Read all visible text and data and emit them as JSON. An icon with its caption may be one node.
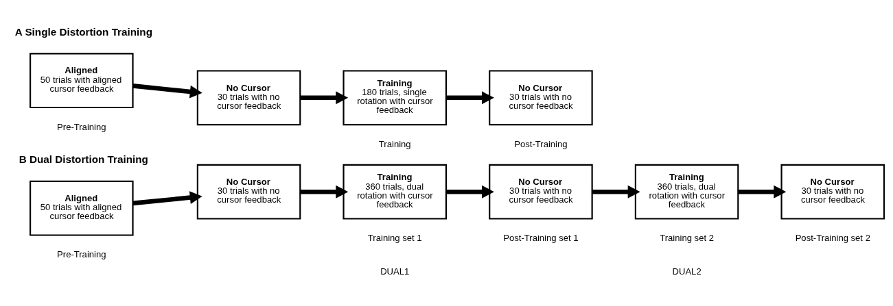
{
  "diagram": {
    "nodes": [
      {
        "text": [
          "Aligned",
          "50 trials with aligned cursor feedback"
        ]
      },
      {
        "text": [
          "No Cursor",
          "30 trials with no cursor feedback"
        ]
      },
      {
        "text": [
          "Training",
          "180 trials, single rotation with cursor feedback"
        ]
      },
      {
        "text": [
          "No Cursor",
          "30 trials with no cursor feedback"
        ]
      },
      {
        "text": [
          "Aligned",
          "50 trials with aligned cursor feedback"
        ]
      },
      {
        "text": [
          "No Cursor",
          "30 trials with no cursor feedback"
        ]
      },
      {
        "text": [
          "Training",
          "360 trials, dual rotation with cursor feedback"
        ]
      },
      {
        "text": [
          "No Cursor",
          "30 trials with no cursor feedback"
        ]
      },
      {
        "text": [
          "Training",
          "360 trials, dual rotation with cursor feedback"
        ]
      },
      {
        "text": [
          "No Cursor",
          "30 trials with no cursor feedback"
        ]
      }
    ],
    "edges": [
      {
        "from": 0,
        "to": 1,
        "arrow": "to"
      },
      {
        "from": 1,
        "to": 2,
        "arrow": "to"
      },
      {
        "from": 2,
        "to": 3,
        "arrow": "to"
      },
      {
        "from": 4,
        "to": 5,
        "arrow": "to"
      },
      {
        "from": 5,
        "to": 6,
        "arrow": "to"
      },
      {
        "from": 6,
        "to": 7,
        "arrow": "to"
      },
      {
        "from": 7,
        "to": 8,
        "arrow": "to"
      },
      {
        "from": 8,
        "to": 9,
        "arrow": "to"
      }
    ],
    "labels": [
      "A Single Distortion Training",
      "Pre-Training",
      "Training",
      "Post-Training",
      "B Dual Distortion Training",
      "Pre-Training",
      "Training set 1",
      "Post-Training set 1",
      "Training set 2",
      "Post-Training set 2",
      "DUAL1",
      "DUAL2"
    ]
  }
}
